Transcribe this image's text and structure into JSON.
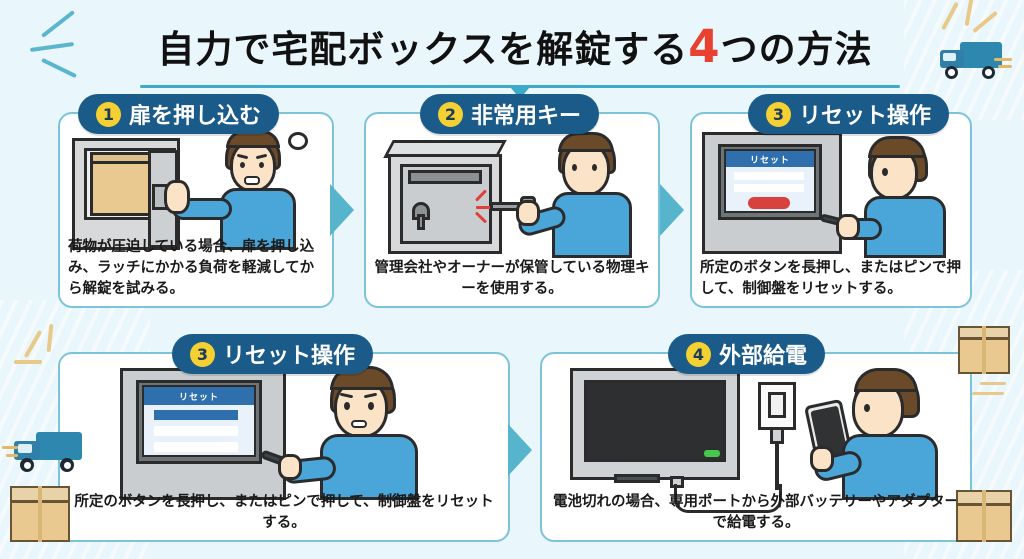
{
  "header": {
    "title_main": "自力で宅配ボックスを解錠する",
    "title_number": "4",
    "title_tail": "つの方法",
    "truck_icon": "delivery-truck-icon"
  },
  "colors": {
    "background": "#e9f6fb",
    "pill": "#1b5b8a",
    "badge": "#f5d033",
    "accent_rule": "#3fa9c9",
    "card_border": "#7cc4da",
    "arrow": "#56b4cd",
    "number_red": "#e8412f",
    "shirt": "#4aa6d8",
    "hair": "#6b4a2a",
    "parcel": "#e9c98f",
    "red_button": "#d8423c",
    "screen_title_bar": "#2f6fad",
    "led_green": "#46c94a"
  },
  "cards": [
    {
      "number": "1",
      "title": "扉を押し込む",
      "caption": "荷物が圧迫している場合、扉を押し込み、ラッチにかかる負荷を軽減してから解錠を試みる。",
      "illustration": "locker-with-package-and-person-pushing-door"
    },
    {
      "number": "2",
      "title": "非常用キー",
      "caption": "管理会社やオーナーが保管している物理キーを使用する。",
      "illustration": "metal-box-with-keyhole-and-person-inserting-key"
    },
    {
      "number": "3",
      "title": "リセット操作",
      "caption": "所定のボタンを長押し、またはピンで押して、制御盤をリセットする。",
      "illustration": "control-panel-with-person-pressing-pin",
      "screen_label": "リセット"
    },
    {
      "number": "3",
      "title": "リセット操作",
      "caption": "所定のボタンを長押し、またはピンで押して、制御盤をリセットする。",
      "illustration": "control-panel-with-person-using-pen",
      "screen_label": "リセット"
    },
    {
      "number": "4",
      "title": "外部給電",
      "caption": "電池切れの場合、専用ポートから外部バッテリーやアダプターで給電する。",
      "illustration": "display-panel-usb-cable-outlet-and-person-with-smartphone"
    }
  ],
  "decorations": {
    "truck_left": "delivery-truck-icon",
    "parcel_boxes": "cardboard-box-icon",
    "sparkles": "sparkle-lines-decor"
  }
}
